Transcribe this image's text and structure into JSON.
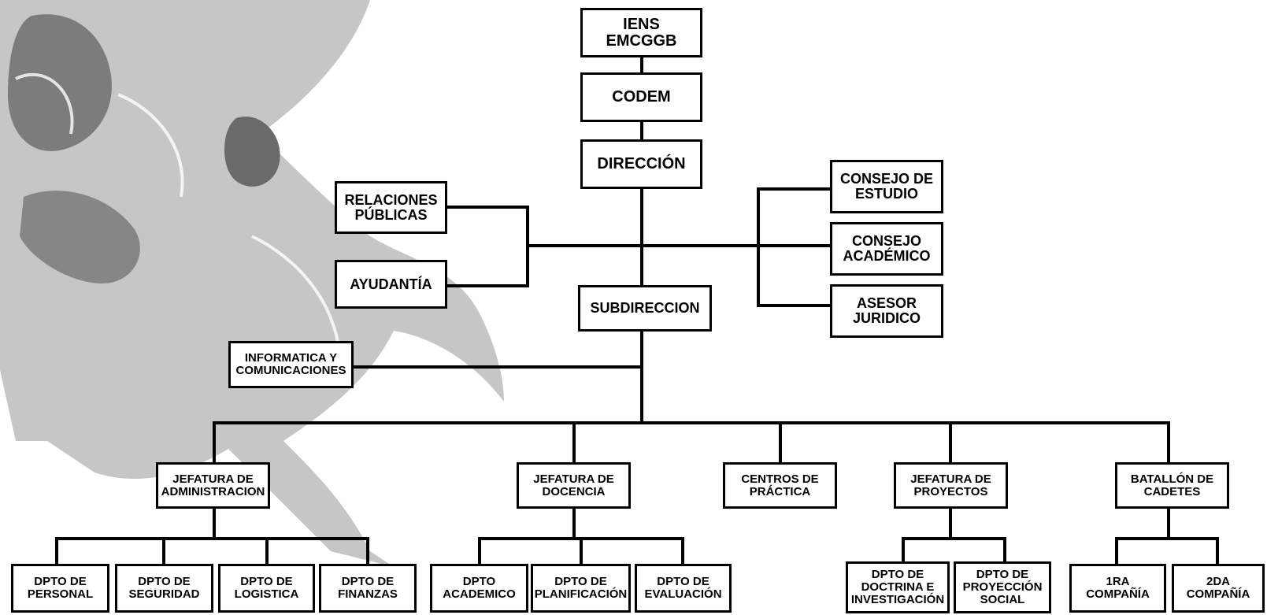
{
  "org_chart": {
    "boxes": {
      "iens": "IENS\nEMCGGB",
      "codem": "CODEM",
      "direccion": "DIRECCIÓN",
      "relaciones_publicas": "RELACIONES\nPÚBLICAS",
      "ayudantia": "AYUDANTÍA",
      "consejo_estudio": "CONSEJO DE\nESTUDIO",
      "consejo_academico": "CONSEJO\nACADÉMICO",
      "asesor_juridico": "ASESOR\nJURIDICO",
      "subdireccion": "SUBDIRECCION",
      "informatica": "INFORMATICA Y\nCOMUNICACIONES",
      "jef_administracion": "JEFATURA DE\nADMINISTRACION",
      "jef_docencia": "JEFATURA DE\nDOCENCIA",
      "centros_practica": "CENTROS DE\nPRÁCTICA",
      "jef_proyectos": "JEFATURA DE\nPROYECTOS",
      "batallon_cadetes": "BATALLÓN DE\nCADETES",
      "dpto_personal": "DPTO DE\nPERSONAL",
      "dpto_seguridad": "DPTO DE\nSEGURIDAD",
      "dpto_logistica": "DPTO DE\nLOGISTICA",
      "dpto_finanzas": "DPTO DE\nFINANZAS",
      "dpto_academico": "DPTO\nACADEMICO",
      "dpto_planificacion": "DPTO DE\nPLANIFICACIÓN",
      "dpto_evaluacion": "DPTO DE\nEVALUACIÓN",
      "dpto_doctrina": "DPTO DE\nDOCTRINA E\nINVESTIGACIÓN",
      "dpto_proyeccion": "DPTO DE\nPROYECCIÓN\nSOCIAL",
      "primera_compania": "1RA\nCOMPAÑÍA",
      "segunda_compania": "2DA\nCOMPAÑÍA"
    },
    "colors": {
      "line": "#000000",
      "box_border": "#000000",
      "box_fill": "#ffffff",
      "watermark": "#8a8a8a"
    }
  }
}
